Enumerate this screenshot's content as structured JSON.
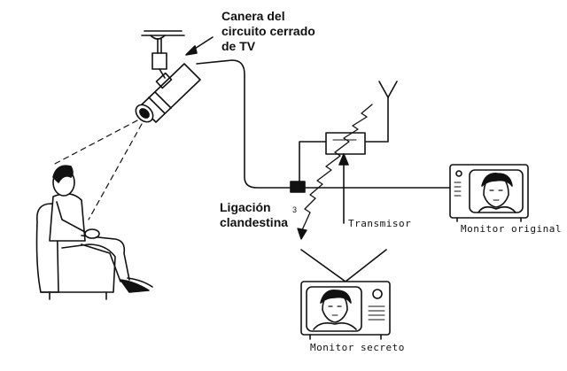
{
  "labels": {
    "camera": "Canera del circuito cerrado de TV",
    "camera_lines": [
      "Canera del",
      "circuito cerrado",
      "de TV"
    ],
    "clandestine_link": "Ligación clandestina",
    "clandestine_lines": [
      "Ligación",
      "clandestina"
    ],
    "transmitter": "Transmisor",
    "original_monitor": "Monitor original",
    "secret_monitor": "Monitor secreto",
    "small_mark": "3"
  },
  "colors": {
    "ink": "#111111",
    "background": "#ffffff"
  }
}
